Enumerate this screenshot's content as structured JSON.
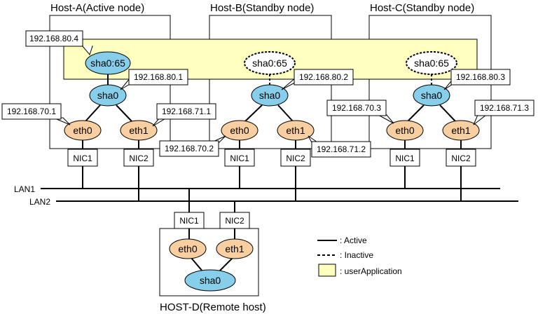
{
  "hosts": {
    "a": {
      "title": "Host-A(Active node)"
    },
    "b": {
      "title": "Host-B(Standby node)"
    },
    "c": {
      "title": "Host-C(Standby node)"
    },
    "d": {
      "title": "HOST-D(Remote host)"
    }
  },
  "interfaces": {
    "virtual": "sha0:65",
    "sha": "sha0",
    "eth0": "eth0",
    "eth1": "eth1",
    "nic1": "NIC1",
    "nic2": "NIC2"
  },
  "ips": {
    "a_virtual": "192.168.80.4",
    "a_sha": "192.168.80.1",
    "a_eth0": "192.168.70.1",
    "a_eth1": "192.168.71.1",
    "b_sha": "192.168.80.2",
    "b_eth0": "192.168.70.2",
    "b_eth1": "192.168.71.2",
    "c_sha": "192.168.80.3",
    "c_eth0": "192.168.70.3",
    "c_eth1": "192.168.71.3"
  },
  "lans": {
    "lan1": "LAN1",
    "lan2": "LAN2"
  },
  "legend": {
    "active": ": Active",
    "inactive": ": Inactive",
    "user_application": ": userApplication"
  },
  "colors": {
    "sha_fill": "#87CEEB",
    "eth_fill": "#F8CFA0",
    "user_app_fill": "#FFFFC0"
  }
}
